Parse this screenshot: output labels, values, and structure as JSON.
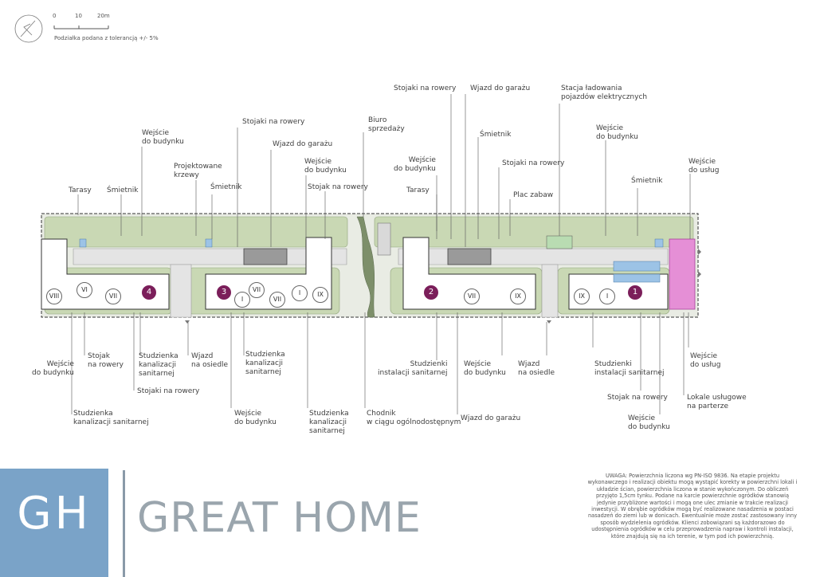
{
  "scale": {
    "ticks": [
      "0",
      "10",
      "20m"
    ],
    "note": "Podziałka podana z tolerancją +/- 5%"
  },
  "buildings": {
    "b1": "1",
    "b2": "2",
    "b3": "3",
    "b4": "4"
  },
  "roman": {
    "r1": "VIII",
    "r2": "VI",
    "r3": "VII",
    "r4": "I",
    "r5": "VII",
    "r6": "VII",
    "r7": "I",
    "r8": "IX",
    "r9": "VII",
    "r10": "IX",
    "r11": "IX",
    "r12": "I"
  },
  "labels_top": {
    "tarasy1": "Tarasy",
    "smietnik1": "Śmietnik",
    "wejscie_top1": "Wejście\ndo budynku",
    "krzewy": "Projektowane\nkrzewy",
    "smietnik2": "Śmietnik",
    "stojaki_top1": "Stojaki na rowery",
    "wjazd_top1": "Wjazd do garażu",
    "wejscie_top2": "Wejście\ndo budynku",
    "stojak_top1": "Stojak na rowery",
    "biuro": "Biuro\nsprzedaży",
    "wejscie_top3": "Wejście\ndo budynku",
    "tarasy2": "Tarasy",
    "stojaki_top2": "Stojaki na rowery",
    "wjazd_top2": "Wjazd do garażu",
    "smietnik3": "Śmietnik",
    "stojaki_top3": "Stojaki na rowery",
    "plac": "Plac zabaw",
    "stacja": "Stacja ładowania\npojazdów elektrycznych",
    "wejscie_top4": "Wejście\ndo budynku",
    "smietnik4": "Śmietnik",
    "wejscie_uslug1": "Wejście\ndo usług"
  },
  "labels_bottom": {
    "wejscie_b1": "Wejście\ndo budynku",
    "stojak_b1": "Stojak\nna rowery",
    "studzienka_b1": "Studzienka\nkanalizacji\nsanitarnej",
    "wjazd_osiedle1": "Wjazd\nna osiedle",
    "studzienka_b2": "Studzienka\nkanalizacji\nsanitarnej",
    "stojaki_b1": "Stojaki na rowery",
    "studzienka_b3": "Studzienka\nkanalizacji sanitarnej",
    "wejscie_b2": "Wejście\ndo budynku",
    "studzienka_b4": "Studzienka\nkanalizacji\nsanitarnej",
    "chodnik": "Chodnik\nw ciągu ogólnodostępnym",
    "studzienki_b1": "Studzienki\ninstalacji sanitarnej",
    "wejscie_b3": "Wejście\ndo budynku",
    "wjazd_osiedle2": "Wjazd\nna osiedle",
    "wjazd_garazu_b": "Wjazd do garażu",
    "studzienki_b2": "Studzienki\ninstalacji sanitarnej",
    "stojak_b2": "Stojak na rowery",
    "wejscie_b4": "Wejście\ndo budynku",
    "wejscie_uslug2": "Wejście\ndo usług",
    "lokale": "Lokale usługowe\nna parterze"
  },
  "brand": {
    "logo": "GH",
    "name": "GREAT HOME"
  },
  "note": "UWAGA: Powierzchnia liczona wg PN-ISO 9836. Na etapie projektu wykonawczego i realizacji obiektu mogą wystąpić korekty w powierzchni lokali i układzie ścian, powierzchnia liczona w stanie wykończonym. Do obliczeń przyjęto 1,5cm tynku. Podane na karcie powierzchnie ogródków stanowią jedynie przybliżone wartości i mogą one ulec zmianie w trakcie realizacji inwestycji. W obrębie ogródków mogą być realizowane nasadzenia w postaci nasadzeń do ziemi lub w donicach. Ewentualnie może zostać zastosowany inny sposób wydzielenia ogródków. Klienci zobowiązani są każdorazowo do udostępnienia ogródków w celu przeprowadzenia napraw i kontroli instalacji, które znajdują się na ich terenie, w tym pod ich powierzchnią.",
  "colors": {
    "green": "#c9d8b4",
    "road": "#e6e6e6",
    "building": "#ffffff",
    "accent": "#7b1e5a",
    "service": "#e58fd6",
    "brand": "#7aa3c8"
  }
}
